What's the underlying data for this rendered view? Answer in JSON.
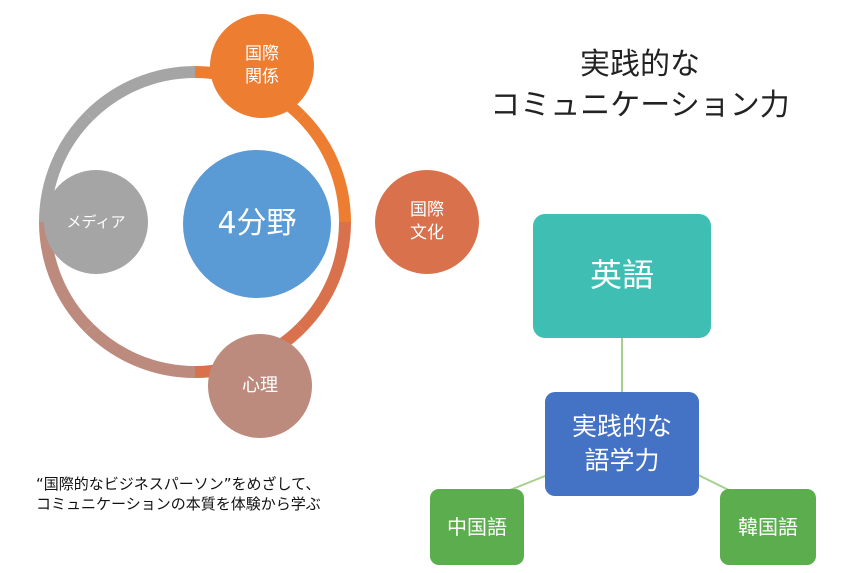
{
  "colors": {
    "orange": "#ED7D31",
    "terracotta": "#D9714D",
    "rose": "#BD8B7E",
    "gray": "#A5A5A5",
    "blue": "#5B9BD5",
    "teal": "#3FBFB4",
    "royal_blue": "#4472C4",
    "green": "#5BAD4E"
  },
  "cycle": {
    "center": "4分野",
    "intl_relations": [
      "国際",
      "関係"
    ],
    "intl_culture": [
      "国際",
      "文化"
    ],
    "psychology": "心理",
    "media": "メディア"
  },
  "heading": [
    "実践的な",
    "コミュニケーション力"
  ],
  "tree": {
    "english": "英語",
    "practical": [
      "実践的な",
      "語学力"
    ],
    "chinese": "中国語",
    "korean": "韓国語"
  },
  "caption": [
    "“国際的なビジネスパーソン”をめざして、",
    "コミュニケーションの本質を体験から学ぶ"
  ]
}
